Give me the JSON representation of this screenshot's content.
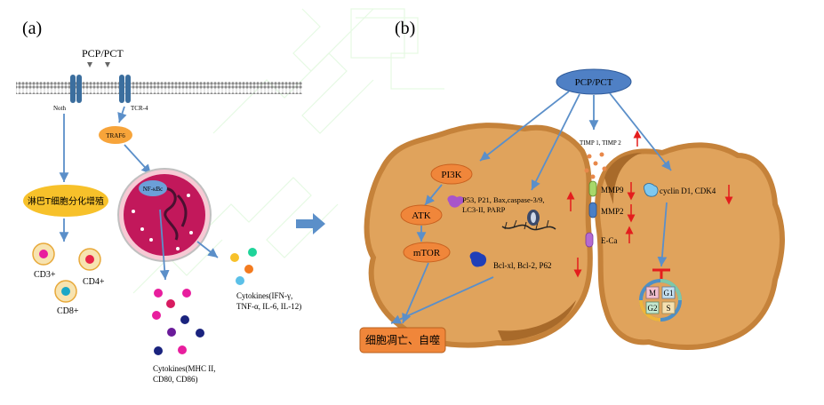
{
  "panel_a": {
    "label": "(a)",
    "stimulus": "PCP/PCT",
    "receptor_left": "Noth",
    "receptor_right": "TCR-4",
    "adapter": "TRAF6",
    "nucleus_factor": "NF-κBc",
    "differentiation": "淋巴T细胞分化增殖",
    "cell_labels": [
      "CD3+",
      "CD4+",
      "CD8+"
    ],
    "cytokines_1": [
      "Cytokines(IFN-γ,",
      "TNF-α, IL-6, IL-12)"
    ],
    "cytokines_2": [
      "Cytokines(MHC II,",
      "CD80,  CD86)"
    ]
  },
  "panel_b": {
    "label": "(b)",
    "stimulus": "PCP/PCT",
    "pi3k": "PI3K",
    "atk": "ATK",
    "mtor": "mTOR",
    "up_genes": [
      "P53, P21, Bax,caspase-3/9,",
      "LC3-II, PARP"
    ],
    "down_genes": "Bcl-xl, Bcl-2, P62",
    "timp": "TIMP 1, TIMP 2",
    "mmp9": "MMP9",
    "mmp2": "MMP2",
    "eca": "E-Ca",
    "cyclin": "cyclin D1, CDK4",
    "phases": [
      "M",
      "G1",
      "G2",
      "S"
    ],
    "outcome": "细胞凋亡、自噬"
  },
  "colors": {
    "cell_fill": "#e0a35c",
    "cell_edge": "#b8742e",
    "cell_shadow": "#c5823a",
    "arrow_blue": "#5b8fc9",
    "oval_blue": "#4f80c5",
    "box_orange": "#f0863a",
    "yellow_oval": "#f7c12a",
    "nucleus": "#c2185b",
    "red_arrow": "#e41d1d",
    "membrane": "#7a7a7a"
  }
}
